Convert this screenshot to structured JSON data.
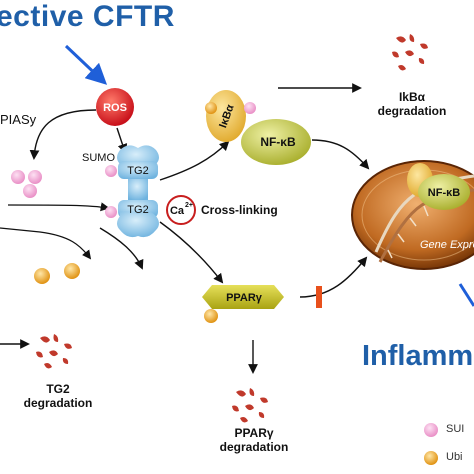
{
  "headings": {
    "defective_cftr": "ective CFTR",
    "inflammation": "Inflamm"
  },
  "labels": {
    "ros": "ROS",
    "piasy": "PIASy",
    "sumo": "SUMO",
    "tg2": "TG2",
    "ca": "Ca",
    "ca_sup": "2+",
    "cross_linking": "Cross-linking",
    "ikba": "IκBα",
    "nfkb": "NF-κB",
    "ikba_degradation_1": "IkBα",
    "ikba_degradation_2": "degradation",
    "tg2_degradation_1": "TG2",
    "tg2_degradation_2": "degradation",
    "ppar": "PPARγ",
    "ppar_degradation_1": "PPARγ",
    "ppar_degradation_2": "degradation",
    "gene_expression": "Gene Expression",
    "legend_sumo": "SUI",
    "legend_ubi": "Ubi"
  },
  "colors": {
    "heading": "#1f5fa8",
    "ros": "#d81f1f",
    "sumo": "#f5a6d6",
    "ubiquitin": "#f2a81e",
    "tg2": "#8ec6e8",
    "ikba": "#f4c34a",
    "nfkb": "#c3c83a",
    "ppar": "#c8c21c",
    "degradation": "#c0392b",
    "nucleus": "#b65a1a",
    "inhibitor": "#e8501c"
  }
}
